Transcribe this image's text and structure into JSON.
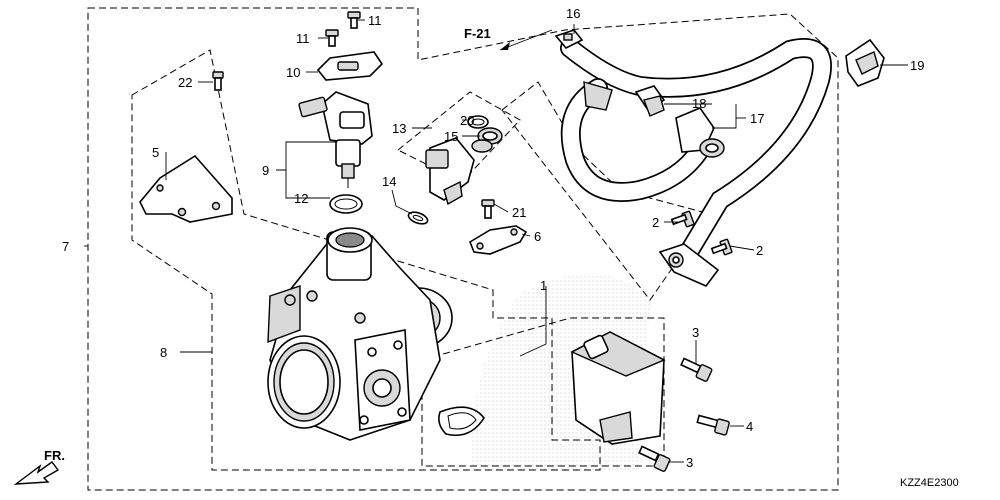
{
  "callouts": {
    "c1": "1",
    "c2a": "2",
    "c2b": "2",
    "c3a": "3",
    "c3b": "3",
    "c4": "4",
    "c5": "5",
    "c6": "6",
    "c7": "7",
    "c8": "8",
    "c9": "9",
    "c10": "10",
    "c11a": "11",
    "c11b": "11",
    "c12": "12",
    "c13": "13",
    "c14": "14",
    "c15": "15",
    "c16": "16",
    "c17": "17",
    "c18": "18",
    "c19": "19",
    "c20": "20",
    "c21": "21",
    "c22": "22"
  },
  "reference": "F-21",
  "front_marker": "FR.",
  "diagram_code": "KZZ4E2300"
}
